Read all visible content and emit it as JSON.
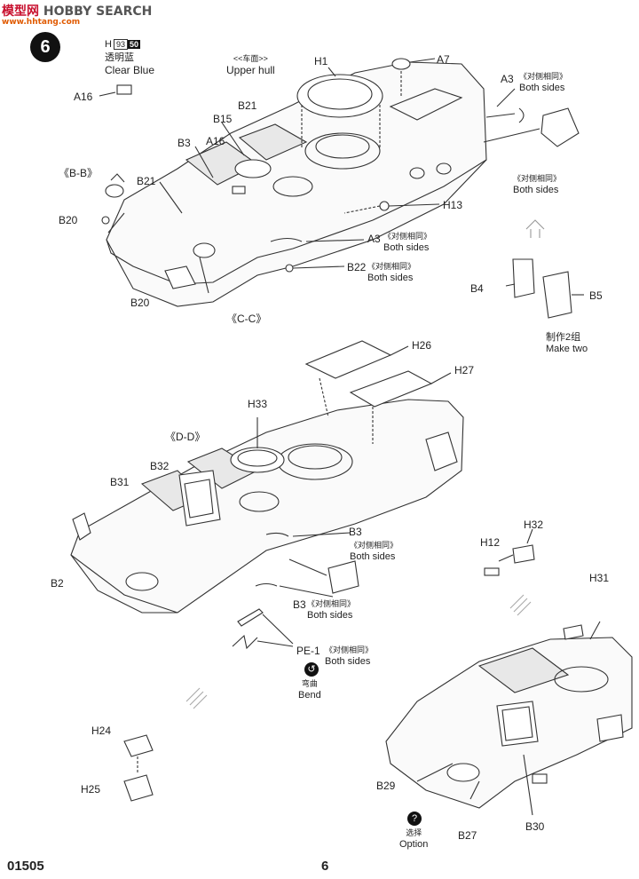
{
  "watermark": {
    "cn": "模型网",
    "en": "HOBBY SEARCH",
    "sub": "www.hhtang.com"
  },
  "step_number": "6",
  "paint": {
    "code": "H",
    "num1": "93",
    "num2": "50",
    "cn": "透明蓝",
    "en": "Clear Blue"
  },
  "upper_hull": {
    "cn": "<<车面>>",
    "en": "Upper hull"
  },
  "labels_top": {
    "H1": "H1",
    "A7": "A7",
    "A3_top": "A3",
    "B21_top": "B21",
    "B15": "B15",
    "A16_top": "A16",
    "B3_top": "B3",
    "BB": "《B-B》",
    "B21_mid": "B21",
    "B20_top": "B20",
    "B20_bot": "B20",
    "H13": "H13",
    "A3_mid": "A3",
    "B22": "B22",
    "CC": "《C-C》",
    "A16_left": "A16",
    "B4": "B4",
    "B5": "B5"
  },
  "both_sides_cn": "《对侧相同》",
  "both_sides_en": "Both sides",
  "make_two": {
    "cn": "制作2组",
    "en": "Make two"
  },
  "labels_mid": {
    "H26": "H26",
    "H27": "H27",
    "H33": "H33",
    "DD": "《D-D》",
    "B32": "B32",
    "B31": "B31",
    "B2": "B2",
    "B3_a": "B3",
    "B3_b": "B3",
    "PE1": "PE-1",
    "H12": "H12",
    "H32": "H32"
  },
  "bend": {
    "cn": "弯曲",
    "en": "Bend"
  },
  "labels_bot": {
    "H31": "H31",
    "H24": "H24",
    "H25": "H25",
    "B29": "B29",
    "B27": "B27",
    "B30": "B30"
  },
  "option": {
    "cn": "选择",
    "en": "Option"
  },
  "footer": {
    "code": "01505",
    "page": "6"
  }
}
